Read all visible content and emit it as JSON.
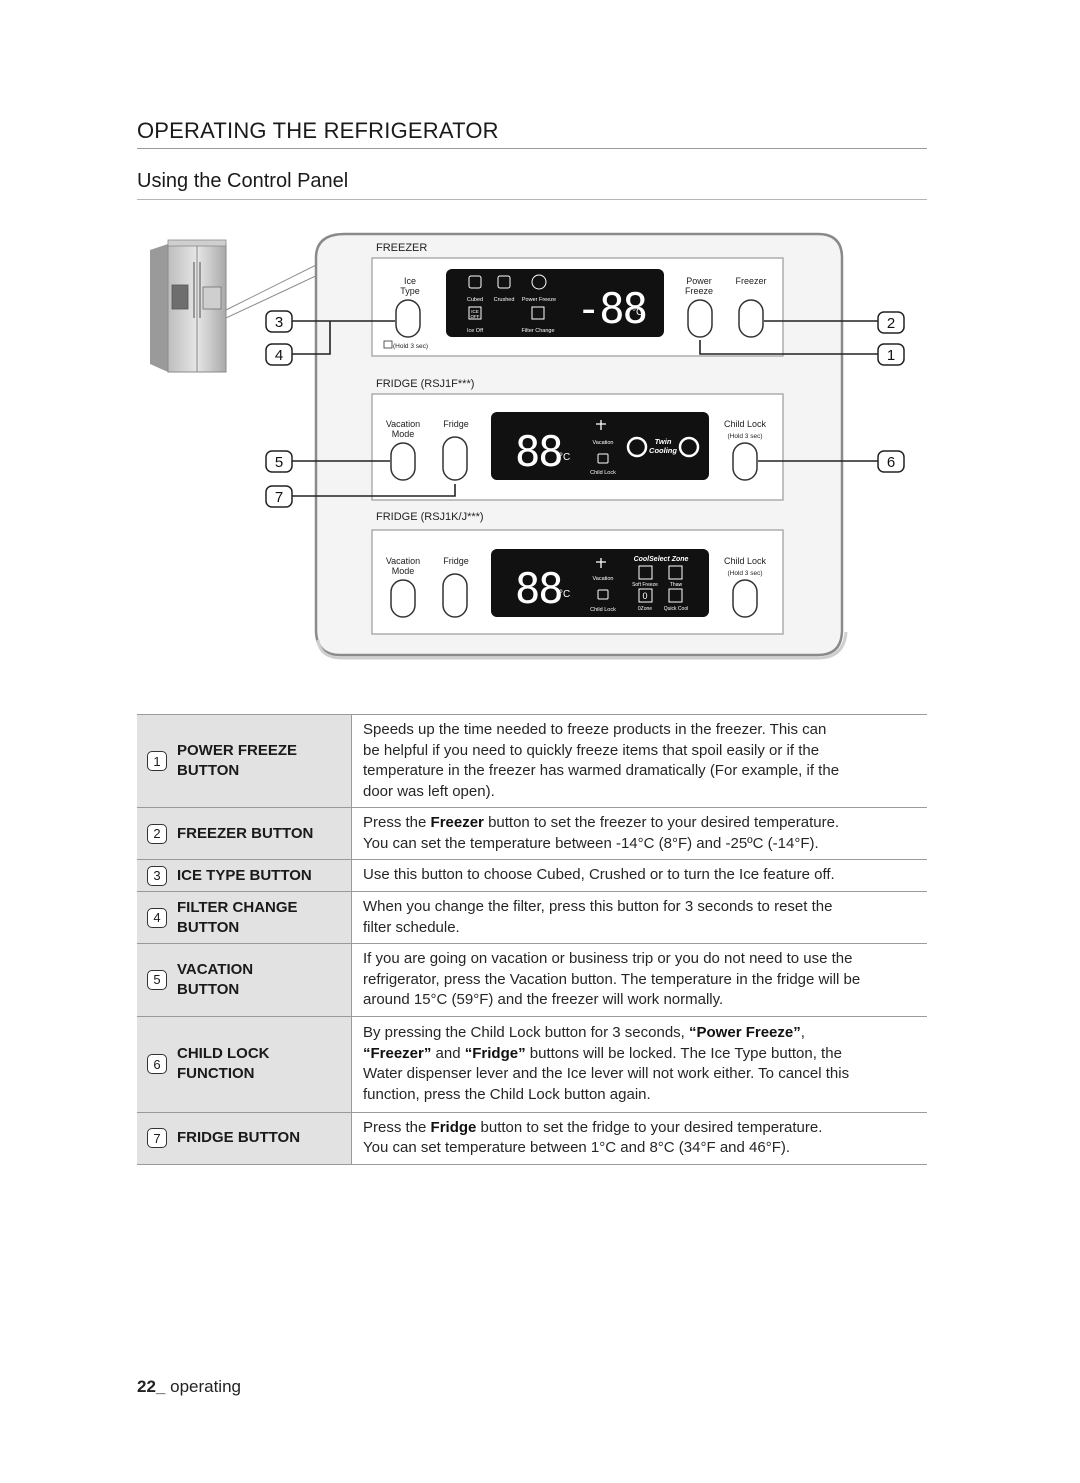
{
  "page": {
    "title": "OPERATING THE REFRIGERATOR",
    "section": "Using the Control Panel",
    "page_number": "22_",
    "footer_label": "operating"
  },
  "diagram": {
    "callouts": [
      "3",
      "4",
      "5",
      "7",
      "2",
      "1",
      "6"
    ],
    "freezer": {
      "label": "FREEZER",
      "ice_type": [
        "Ice",
        "Type"
      ],
      "hold": "(Hold 3 sec)",
      "display_icons": [
        "Cubed",
        "Crushed",
        "Power Freeze",
        "Ice Off",
        "Filter Change"
      ],
      "ice_off_icon_text": [
        "ICE",
        "OFF"
      ],
      "display": "-88",
      "unit": "°C",
      "power_freeze": [
        "Power",
        "Freeze"
      ],
      "freezer_btn": "Freezer"
    },
    "fridge1": {
      "label": "FRIDGE (RSJ1F***)",
      "vacation": [
        "Vacation",
        "Mode"
      ],
      "fridge_btn": "Fridge",
      "display": "88",
      "unit": "°C",
      "vacation_icon": "Vacation",
      "child_lock_icon": "Child Lock",
      "twin_cooling": [
        "Twin",
        "Cooling"
      ],
      "child_lock": "Child Lock",
      "hold": "(Hold 3 sec)"
    },
    "fridge2": {
      "label": "FRIDGE (RSJ1K/J***)",
      "vacation": [
        "Vacation",
        "Mode"
      ],
      "fridge_btn": "Fridge",
      "display": "88",
      "unit": "°C",
      "vacation_icon": "Vacation",
      "child_lock_icon": "Child Lock",
      "coolselect": "CoolSelect Zone",
      "zone_icons": [
        "Soft Freeze",
        "Thaw",
        "0Zone",
        "Quick Cool"
      ],
      "zero_zone_glyph": "0",
      "child_lock": "Child Lock",
      "hold": "(Hold 3 sec)"
    }
  },
  "table": [
    {
      "num": "1",
      "label": [
        "POWER FREEZE",
        "BUTTON"
      ],
      "lines": [
        [
          {
            "t": "Speeds up the time needed to freeze products in the freezer. This can"
          }
        ],
        [
          {
            "t": "be helpful if you need to quickly freeze items that spoil easily or if the"
          }
        ],
        [
          {
            "t": "temperature in the freezer has warmed dramatically (For example, if the"
          }
        ],
        [
          {
            "t": "door was left open)."
          }
        ]
      ]
    },
    {
      "num": "2",
      "label": [
        "FREEZER BUTTON"
      ],
      "lines": [
        [
          {
            "t": "Press the "
          },
          {
            "t": "Freezer",
            "b": true
          },
          {
            "t": " button to set the freezer to your desired temperature."
          }
        ],
        [
          {
            "t": "You can set the temperature between -14°C (8°F) and -25ºC (-14°F)."
          }
        ]
      ]
    },
    {
      "num": "3",
      "label": [
        "ICE TYPE BUTTON"
      ],
      "lines": [
        [
          {
            "t": "Use this button to choose Cubed, Crushed or to turn the Ice feature off."
          }
        ]
      ]
    },
    {
      "num": "4",
      "label": [
        "FILTER CHANGE",
        "BUTTON"
      ],
      "lines": [
        [
          {
            "t": "When you change the filter, press this button for 3 seconds to reset the"
          }
        ],
        [
          {
            "t": "filter schedule."
          }
        ]
      ]
    },
    {
      "num": "5",
      "label": [
        "VACATION",
        "BUTTON"
      ],
      "lines": [
        [
          {
            "t": "If you are going on vacation or business trip or you do not need to use the"
          }
        ],
        [
          {
            "t": "refrigerator, press the Vacation button. The temperature in the fridge will be"
          }
        ],
        [
          {
            "t": "around 15°C (59°F) and the freezer will work normally."
          }
        ]
      ]
    },
    {
      "num": "6",
      "label": [
        "CHILD LOCK",
        "FUNCTION"
      ],
      "lines": [
        [
          {
            "t": "By pressing the Child Lock button for 3 seconds, "
          },
          {
            "t": "“Power Freeze”",
            "b": true
          },
          {
            "t": ","
          }
        ],
        [
          {
            "t": "“Freezer”",
            "b": true
          },
          {
            "t": " and "
          },
          {
            "t": "“Fridge”",
            "b": true
          },
          {
            "t": " buttons will be locked. The Ice Type button, the"
          }
        ],
        [
          {
            "t": "Water dispenser lever and the Ice lever will not work either. To cancel this"
          }
        ],
        [
          {
            "t": "function, press the Child Lock button again."
          }
        ]
      ]
    },
    {
      "num": "7",
      "label": [
        "FRIDGE BUTTON"
      ],
      "lines": [
        [
          {
            "t": "Press the "
          },
          {
            "t": "Fridge",
            "b": true
          },
          {
            "t": " button to set the fridge to your desired temperature."
          }
        ],
        [
          {
            "t": "You can set temperature between 1°C and 8°C (34°F and 46°F)."
          }
        ]
      ]
    }
  ]
}
